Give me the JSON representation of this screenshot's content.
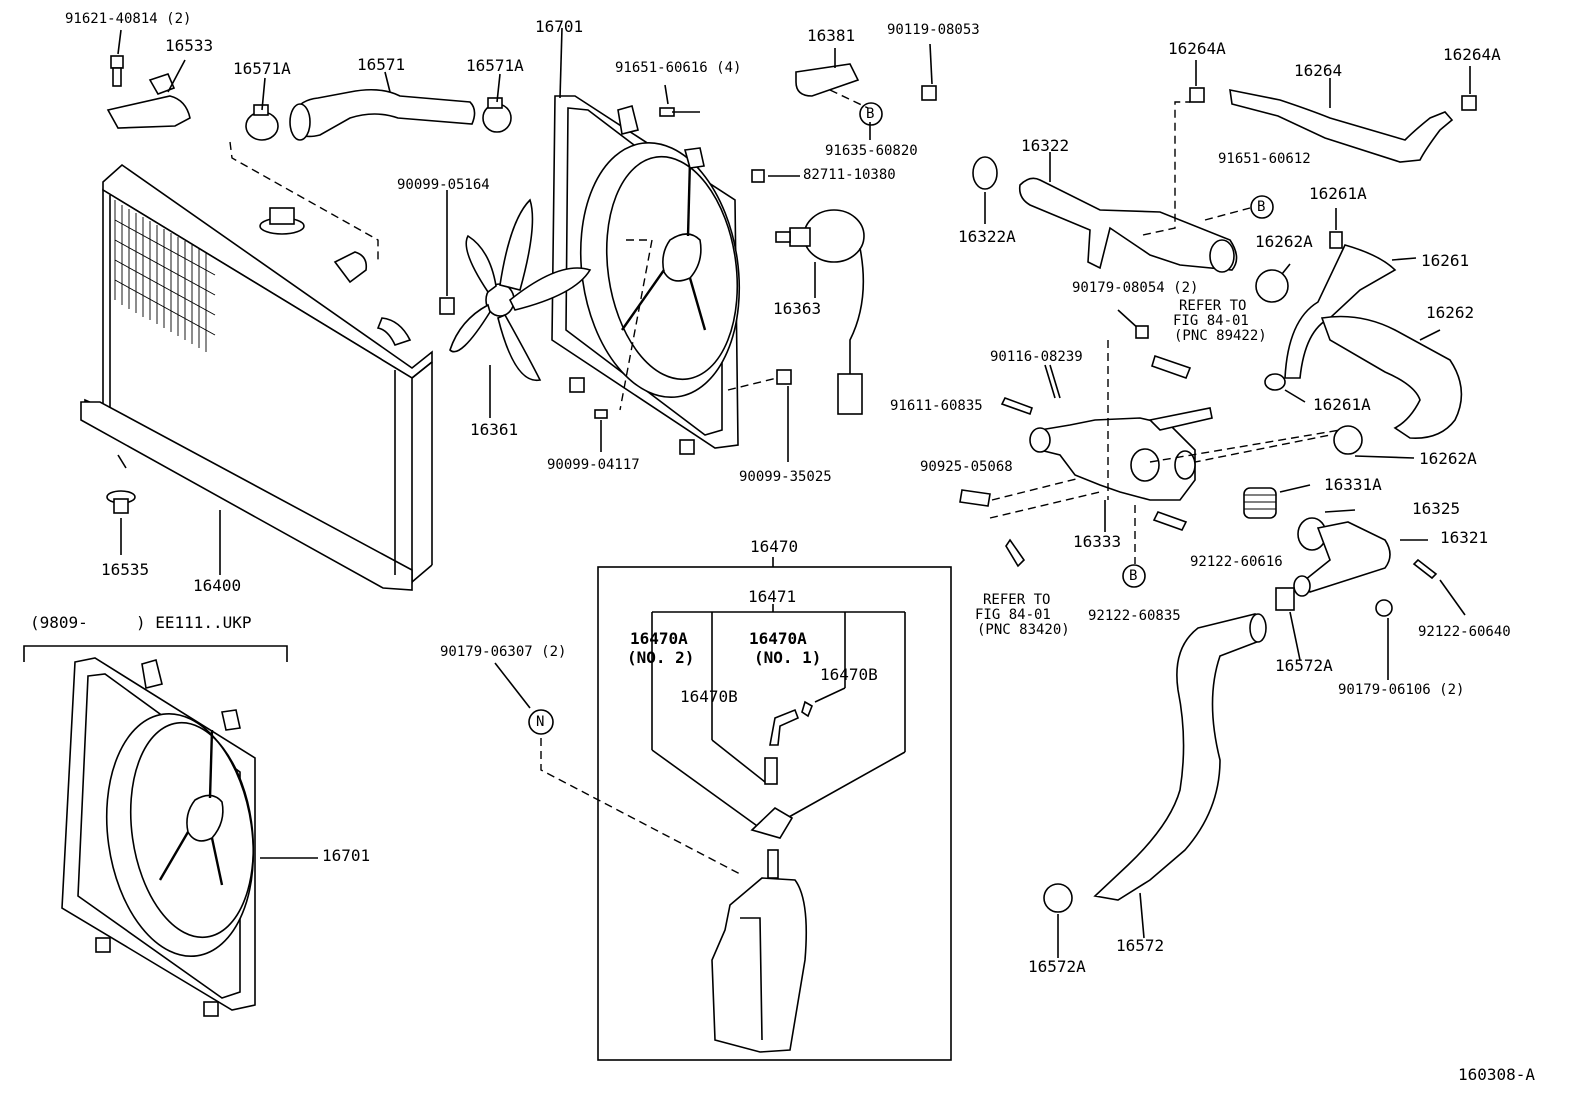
{
  "diagram": {
    "labels": {
      "p91621": "91621-40814 (2)",
      "p16533": "16533",
      "p16571A_l": "16571A",
      "p16571": "16571",
      "p16571A_r": "16571A",
      "p16701_top": "16701",
      "p91651_4": "91651-60616 (4)",
      "p16381": "16381",
      "p90119": "90119-08053",
      "p16264A_l": "16264A",
      "p16264": "16264",
      "p16264A_r": "16264A",
      "p91635": "91635-60820",
      "p82711": "82711-10380",
      "p90099_05164": "90099-05164",
      "p16322": "16322",
      "p16322A": "16322A",
      "p91651_60612": "91651-60612",
      "p16261A_t": "16261A",
      "p16262A_t": "16262A",
      "p16261": "16261",
      "p16363": "16363",
      "p90179_08054": "90179-08054 (2)",
      "ref1_a": "REFER TO",
      "ref1_b": "FIG 84-01",
      "ref1_c": "(PNC 89422)",
      "p16262": "16262",
      "p90116": "90116-08239",
      "p91611": "91611-60835",
      "p16361": "16361",
      "p16261A_b": "16261A",
      "p16262A_b": "16262A",
      "p90099_04117": "90099-04117",
      "p90099_35025": "90099-35025",
      "p90925": "90925-05068",
      "p16331A": "16331A",
      "p16325": "16325",
      "p16321": "16321",
      "p16333": "16333",
      "p16535": "16535",
      "p16400": "16400",
      "p16470": "16470",
      "p92122_60616": "92122-60616",
      "ref2_a": "REFER TO",
      "ref2_b": "FIG 84-01",
      "ref2_c": "(PNC 83420)",
      "p92122_60835": "92122-60835",
      "p92122_60640": "92122-60640",
      "p16471": "16471",
      "variant": "(9809-     ) EE111..UKP",
      "p16470A_2": "16470A",
      "p16470A_2n": "(NO. 2)",
      "p16470A_1": "16470A",
      "p16470A_1n": "(NO. 1)",
      "p90179_06307": "90179-06307 (2)",
      "p16572A_r": "16572A",
      "p90179_06106": "90179-06106 (2)",
      "p16470B_l": "16470B",
      "p16470B_r": "16470B",
      "p16701_bot": "16701",
      "p16572A_b": "16572A",
      "p16572": "16572",
      "figure_id": "160308-A"
    },
    "markers": {
      "b": "B",
      "n": "N"
    }
  }
}
